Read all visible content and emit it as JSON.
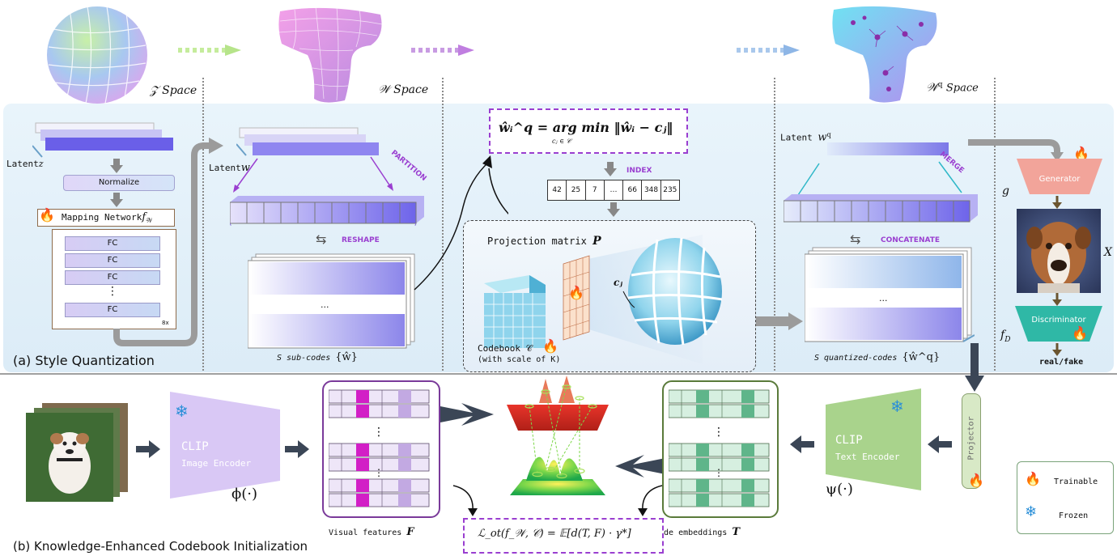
{
  "top": {
    "z_space": "𝒵 Space",
    "w_space": "𝒲 Space",
    "wq_space": "𝒲",
    "wq_sup": "q",
    "wq_suffix": "Space"
  },
  "panel_a": {
    "label": "(a) Style Quantization",
    "latent_z": "Latent",
    "latent_z_sym": "z",
    "normalize": "Normalize",
    "mapping_network": "Mapping Network",
    "mapping_sym": "f",
    "mapping_sub": "𝒲",
    "fc_labels": [
      "FC",
      "FC",
      "FC",
      "⋮",
      "FC"
    ],
    "times": "8x",
    "latent_w": "Latent",
    "latent_w_sym": "w",
    "partition": "PARTITION",
    "reshape": "RESHAPE",
    "dots": "...",
    "subcodes": "S sub-codes",
    "subcodes_sym": "{ŵ}",
    "formula": "ŵᵢ^q = arg min ‖ŵᵢ − cⱼ‖",
    "formula_sub": "cⱼ ∈ 𝒞",
    "index": "INDEX",
    "indices": [
      "42",
      "25",
      "7",
      "…",
      "66",
      "348",
      "235"
    ],
    "projection": "Projection matrix",
    "projection_sym": "P",
    "cj": "cⱼ",
    "codebook": "Codebook 𝒞",
    "codebook_scale": "(with scale of K)",
    "latent_wq": "Latent",
    "latent_wq_sym": "w",
    "latent_wq_sup": "q",
    "merge": "MERGE",
    "concatenate": "CONCATENATE",
    "quantized": "S quantized-codes",
    "quantized_sym": "{ŵ^q}",
    "generator": "Generator",
    "g": "g",
    "x": "X",
    "discriminator": "Discriminator",
    "fd": "f",
    "fd_sub": "D",
    "realfake": "real/fake"
  },
  "panel_b": {
    "label": "(b) Knowledge-Enhanced Codebook Initialization",
    "clip_img": "CLIP",
    "clip_img_sub": "Image Encoder",
    "phi": "ϕ(·)",
    "visual": "Visual features",
    "visual_sym": "F",
    "loss": "ℒ_ot(f_𝒲, 𝒞) = 𝔼[d(T, F) · γ*]",
    "code_emb": "Code embeddings",
    "code_emb_sym": "T",
    "clip_txt": "CLIP",
    "clip_txt_sub": "Text Encoder",
    "psi": "ψ(·)",
    "projector": "Projector"
  },
  "legend": {
    "trainable": "Trainable",
    "frozen": "Frozen"
  },
  "colors": {
    "accent_purple": "#9a3fd0",
    "generator": "#f2a49a",
    "discriminator": "#2fb8a6",
    "clip_image": "#d9c8f5",
    "clip_text": "#a9d38c",
    "visual_highlight": "#d21fc6",
    "code_highlight": "#5fb58a"
  }
}
